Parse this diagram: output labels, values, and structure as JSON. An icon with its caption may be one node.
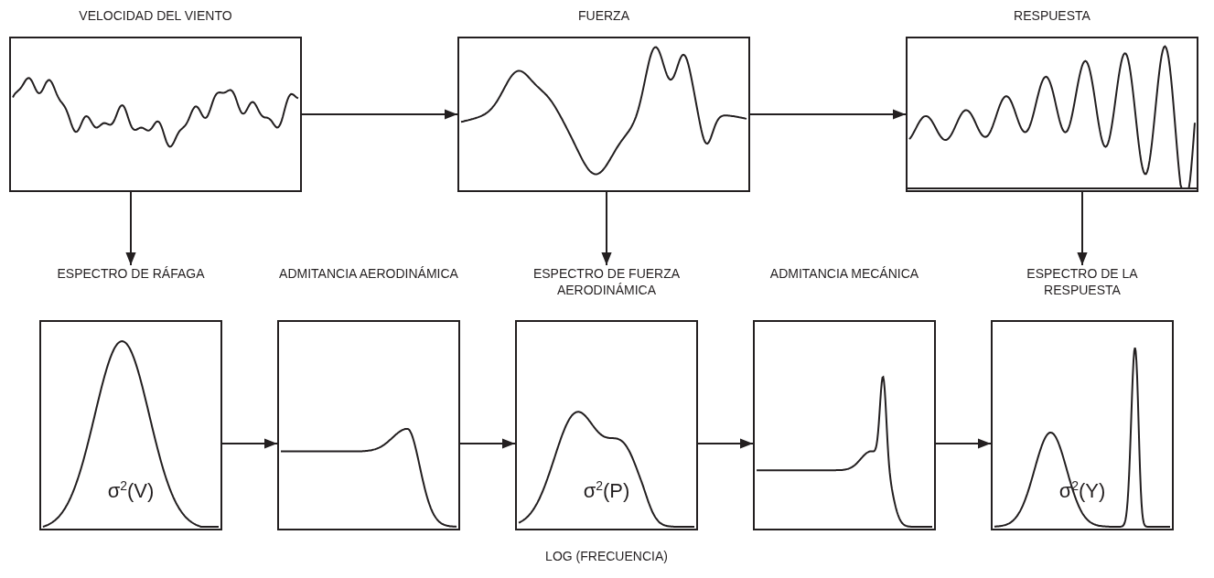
{
  "diagram": {
    "nodes": [
      {
        "text": [
          "VELOCIDAD DEL VIENTO"
        ]
      },
      {
        "text": [
          "FUERZA"
        ]
      },
      {
        "text": [
          "RESPUESTA"
        ]
      },
      {
        "text": [
          "ESPECTRO DE RÁFAGA",
          "σ$^{2}$(V)"
        ]
      },
      {
        "text": [
          "ADMITANCIA AERODINÁMICA"
        ]
      },
      {
        "text": [
          "ESPECTRO DE FUERZA AERODINÁMICA",
          "σ$^{2}$(P)"
        ]
      },
      {
        "text": [
          "ADMITANCIA MECÁNICA"
        ]
      },
      {
        "text": [
          "ESPECTRO DE LA RESPUESTA",
          "σ$^{2}$(Y)"
        ]
      }
    ],
    "edges": [
      {
        "from": 0,
        "to": 1,
        "arrow": "to"
      },
      {
        "from": 1,
        "to": 2,
        "arrow": "to"
      },
      {
        "from": 0,
        "to": 3,
        "arrow": "to"
      },
      {
        "from": 1,
        "to": 5,
        "arrow": "to"
      },
      {
        "from": 2,
        "to": 7,
        "arrow": "to"
      },
      {
        "from": 3,
        "to": 4,
        "arrow": "to"
      },
      {
        "from": 4,
        "to": 5,
        "arrow": "to"
      },
      {
        "from": 5,
        "to": 6,
        "arrow": "to"
      },
      {
        "from": 6,
        "to": 7,
        "arrow": "to"
      }
    ],
    "labels": [
      "LOG (FRECUENCIA)"
    ]
  }
}
